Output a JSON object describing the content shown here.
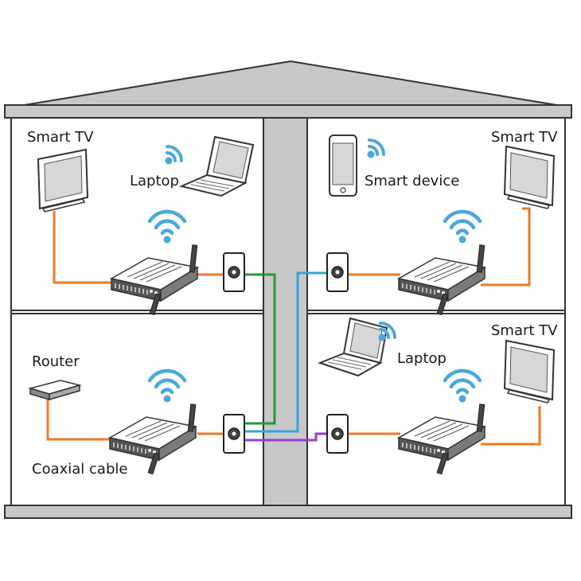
{
  "labels": {
    "top_left_tv": "Smart TV",
    "top_left_laptop": "Laptop",
    "top_right_device": "Smart device",
    "top_right_tv": "Smart TV",
    "bottom_left_router": "Router",
    "bottom_left_cable": "Coaxial cable",
    "bottom_right_laptop": "Laptop",
    "bottom_right_tv": "Smart TV"
  },
  "colors": {
    "wall": "#c8c8c8",
    "outline": "#333333",
    "wifi": "#4aa8dc",
    "ethernet": "#f07a24",
    "coax_green": "#1f9a3c",
    "coax_blue": "#35a7d8",
    "coax_purple": "#9b3ad6",
    "screen": "#d7d7d7"
  },
  "icons": [
    "wifi-icon",
    "tv-icon",
    "laptop-icon",
    "phone-icon",
    "adapter-icon",
    "coax-outlet-icon",
    "router-icon"
  ]
}
